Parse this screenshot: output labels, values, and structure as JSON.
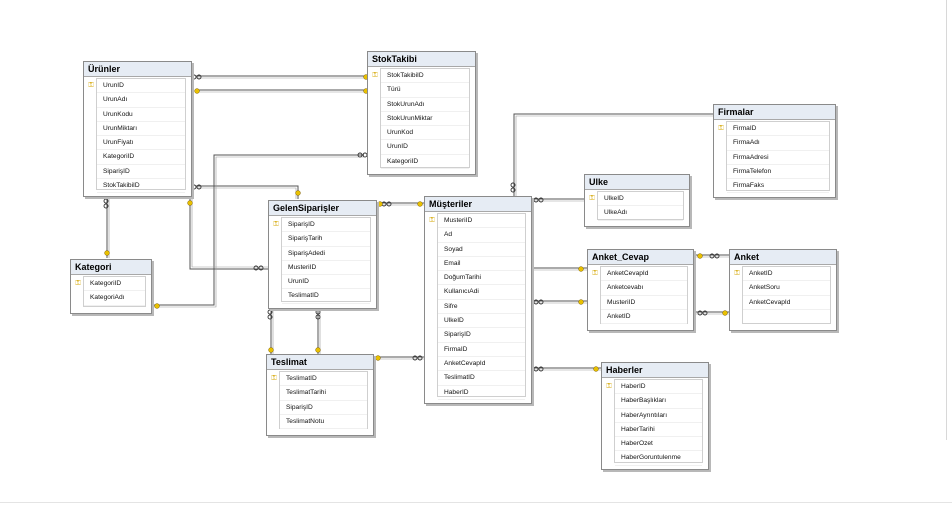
{
  "tables": {
    "urunler": {
      "title": "Ürünler",
      "rows": [
        {
          "label": "UrunID",
          "pk": true
        },
        {
          "label": "UrunAdı"
        },
        {
          "label": "UrunKodu"
        },
        {
          "label": "UrunMiktarı"
        },
        {
          "label": "UrunFiyatı"
        },
        {
          "label": "KategoriID"
        },
        {
          "label": "SiparişID"
        },
        {
          "label": "StokTakibiID"
        }
      ]
    },
    "stoktakibi": {
      "title": "StokTakibi",
      "rows": [
        {
          "label": "StokTakibiID",
          "pk": true
        },
        {
          "label": "Türü"
        },
        {
          "label": "StokUrunAdı"
        },
        {
          "label": "StokUrunMiktar"
        },
        {
          "label": "UrunKod"
        },
        {
          "label": "UrunID"
        },
        {
          "label": "KategoriID"
        }
      ]
    },
    "firmalar": {
      "title": "Firmalar",
      "rows": [
        {
          "label": "FirmaID",
          "pk": true
        },
        {
          "label": "FirmaAdı"
        },
        {
          "label": "FirmaAdresi"
        },
        {
          "label": "FirmaTelefon"
        },
        {
          "label": "FirmaFaks"
        }
      ]
    },
    "ulke": {
      "title": "Ulke",
      "rows": [
        {
          "label": "UlkeID",
          "pk": true
        },
        {
          "label": "UlkeAdı"
        }
      ]
    },
    "gelensiparisler": {
      "title": "GelenSiparişler",
      "rows": [
        {
          "label": "SiparişID",
          "pk": true
        },
        {
          "label": "SiparişTarih"
        },
        {
          "label": "SiparişAdedi"
        },
        {
          "label": "MusteriID"
        },
        {
          "label": "UrunID"
        },
        {
          "label": "TeslimatID"
        }
      ]
    },
    "musteriler": {
      "title": "Müşteriler",
      "rows": [
        {
          "label": "MusteriID",
          "pk": true
        },
        {
          "label": "Ad"
        },
        {
          "label": "Soyad"
        },
        {
          "label": "Email"
        },
        {
          "label": "DoğumTarihi"
        },
        {
          "label": "KullanıcıAdi"
        },
        {
          "label": "Sifre"
        },
        {
          "label": "UlkeID"
        },
        {
          "label": "SiparişID"
        },
        {
          "label": "FirmaID"
        },
        {
          "label": "AnketCevapId"
        },
        {
          "label": "TeslimatID"
        },
        {
          "label": "HaberID"
        }
      ]
    },
    "kategori": {
      "title": "Kategori",
      "rows": [
        {
          "label": "KategoriID",
          "pk": true
        },
        {
          "label": "KategoriAdı"
        }
      ]
    },
    "anket_cevap": {
      "title": "Anket_Cevap",
      "rows": [
        {
          "label": "AnketCevapId",
          "pk": true
        },
        {
          "label": "Anketcevabı"
        },
        {
          "label": "MusteriID"
        },
        {
          "label": "AnketID"
        }
      ]
    },
    "anket": {
      "title": "Anket",
      "rows": [
        {
          "label": "AnketID",
          "pk": true
        },
        {
          "label": "AnketSoru"
        },
        {
          "label": "AnketCevapId"
        }
      ]
    },
    "teslimat": {
      "title": "Teslimat",
      "rows": [
        {
          "label": "TeslimatID",
          "pk": true
        },
        {
          "label": "TeslimatTarihi"
        },
        {
          "label": "SiparişID"
        },
        {
          "label": "TeslimatNotu"
        }
      ]
    },
    "haberler": {
      "title": "Haberler",
      "rows": [
        {
          "label": "HaberID",
          "pk": true
        },
        {
          "label": "HaberBaşlıkları"
        },
        {
          "label": "HaberAyrıntıları"
        },
        {
          "label": "HaberTarihi"
        },
        {
          "label": "HaberOzet"
        },
        {
          "label": "HaberGoruntulenme"
        }
      ]
    }
  },
  "colors": {
    "line": "#555555",
    "key": "#d4a600",
    "header": "#e6ecf4",
    "border": "#8a8a8a"
  },
  "icons": {
    "primary_key": "key-icon",
    "one_end": "key-icon",
    "many_end": "infinity-icon"
  }
}
